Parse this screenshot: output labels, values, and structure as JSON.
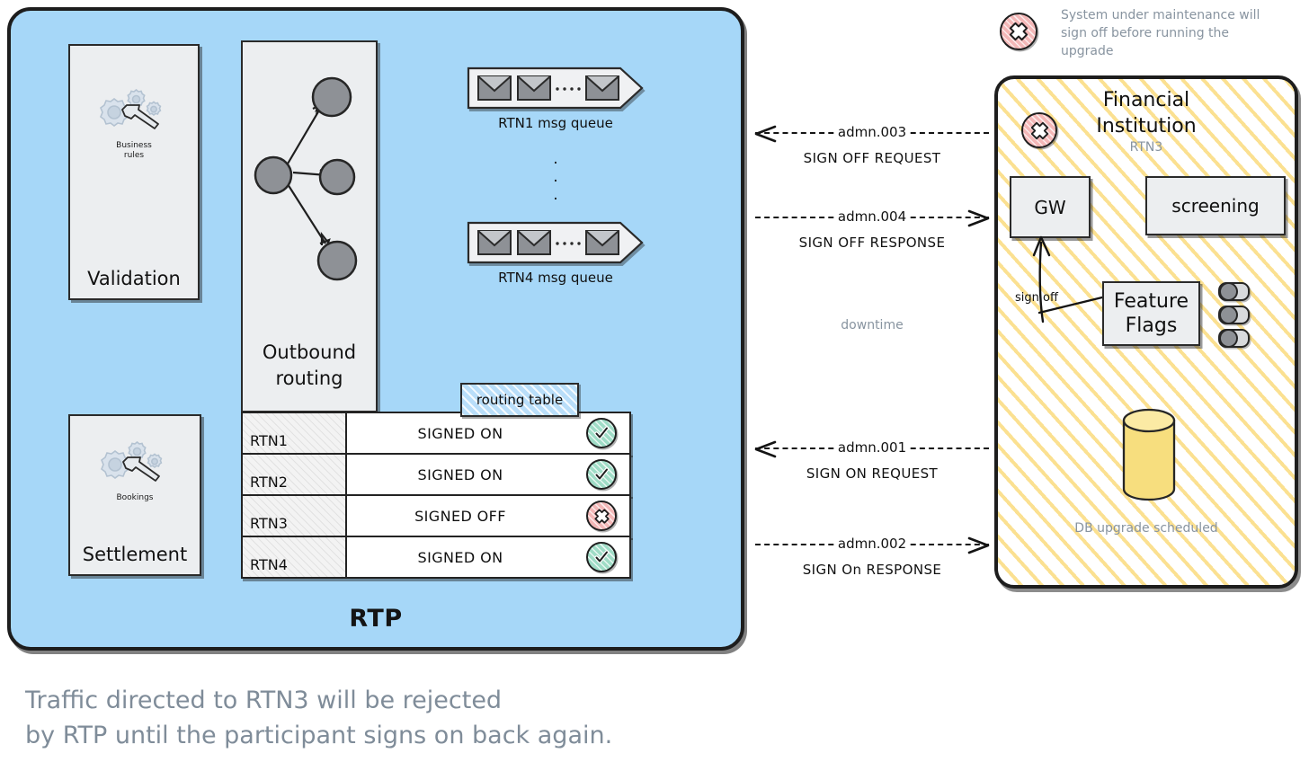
{
  "rtp": {
    "label": "RTP",
    "validation": {
      "title": "Validation",
      "icon_caption_line1": "Business",
      "icon_caption_line2": "rules",
      "icon": "gears-wrench-icon"
    },
    "settlement": {
      "title": "Settlement",
      "icon_caption_line1": "Bookings",
      "icon_caption_line2": "",
      "icon": "gears-wrench-icon"
    },
    "outbound": {
      "title_line1": "Outbound",
      "title_line2": "routing",
      "icon": "routing-graph-icon"
    },
    "queues": [
      {
        "caption": "RTN1 msg queue",
        "envelopes": 3,
        "dots": "· · · · ·"
      },
      {
        "caption": "RTN4 msg queue",
        "envelopes": 3,
        "dots": "· · · · ·"
      }
    ],
    "vertical_dots": "·",
    "routing_table": {
      "tag": "routing table",
      "rows": [
        {
          "key": "RTN1",
          "status": "SIGNED ON",
          "badge": "check-icon",
          "badge_state": "ok"
        },
        {
          "key": "RTN2",
          "status": "SIGNED ON",
          "badge": "check-icon",
          "badge_state": "ok"
        },
        {
          "key": "RTN3",
          "status": "SIGNED OFF",
          "badge": "cross-icon",
          "badge_state": "err"
        },
        {
          "key": "RTN4",
          "status": "SIGNED ON",
          "badge": "check-icon",
          "badge_state": "ok"
        }
      ]
    }
  },
  "flows": [
    {
      "tag": "admn.003",
      "caption": "SIGN OFF REQUEST",
      "direction": "left"
    },
    {
      "tag": "admn.004",
      "caption": "SIGN OFF RESPONSE",
      "direction": "right"
    },
    {
      "tag": "admn.001",
      "caption": "SIGN ON REQUEST",
      "direction": "left"
    },
    {
      "tag": "admn.002",
      "caption": "SIGN On RESPONSE",
      "direction": "right"
    }
  ],
  "downtime_label": "downtime",
  "maintenance_note": {
    "badge": "cross-icon",
    "text": "System under maintenance will sign off before running the upgrade"
  },
  "fi": {
    "title_line1": "Financial",
    "title_line2": "Institution",
    "subtitle": "RTN3",
    "badge": "cross-icon",
    "gw": "GW",
    "screening": "screening",
    "signoff_label": "sign off",
    "feature_flags_line1": "Feature",
    "feature_flags_line2": "Flags",
    "toggles": [
      {
        "state": "off"
      },
      {
        "state": "off"
      },
      {
        "state": "off"
      }
    ],
    "db_icon": "database-cylinder-icon",
    "db_caption": "DB upgrade scheduled"
  },
  "bottom_caption_line1": "Traffic directed to RTN3 will be rejected",
  "bottom_caption_line2": "by RTP until the participant signs on back again.",
  "colors": {
    "rtp_blue": "#a6d7f8",
    "fi_yellow": "#fbdf8b",
    "card_grey": "#eceef0",
    "node_grey": "#8e9196",
    "ok_green": "#9fdcc6",
    "err_red": "#f3b7b7",
    "muted_text": "#8894a0",
    "db_yellow": "#f7de7e",
    "ink": "#1d1d1d"
  }
}
